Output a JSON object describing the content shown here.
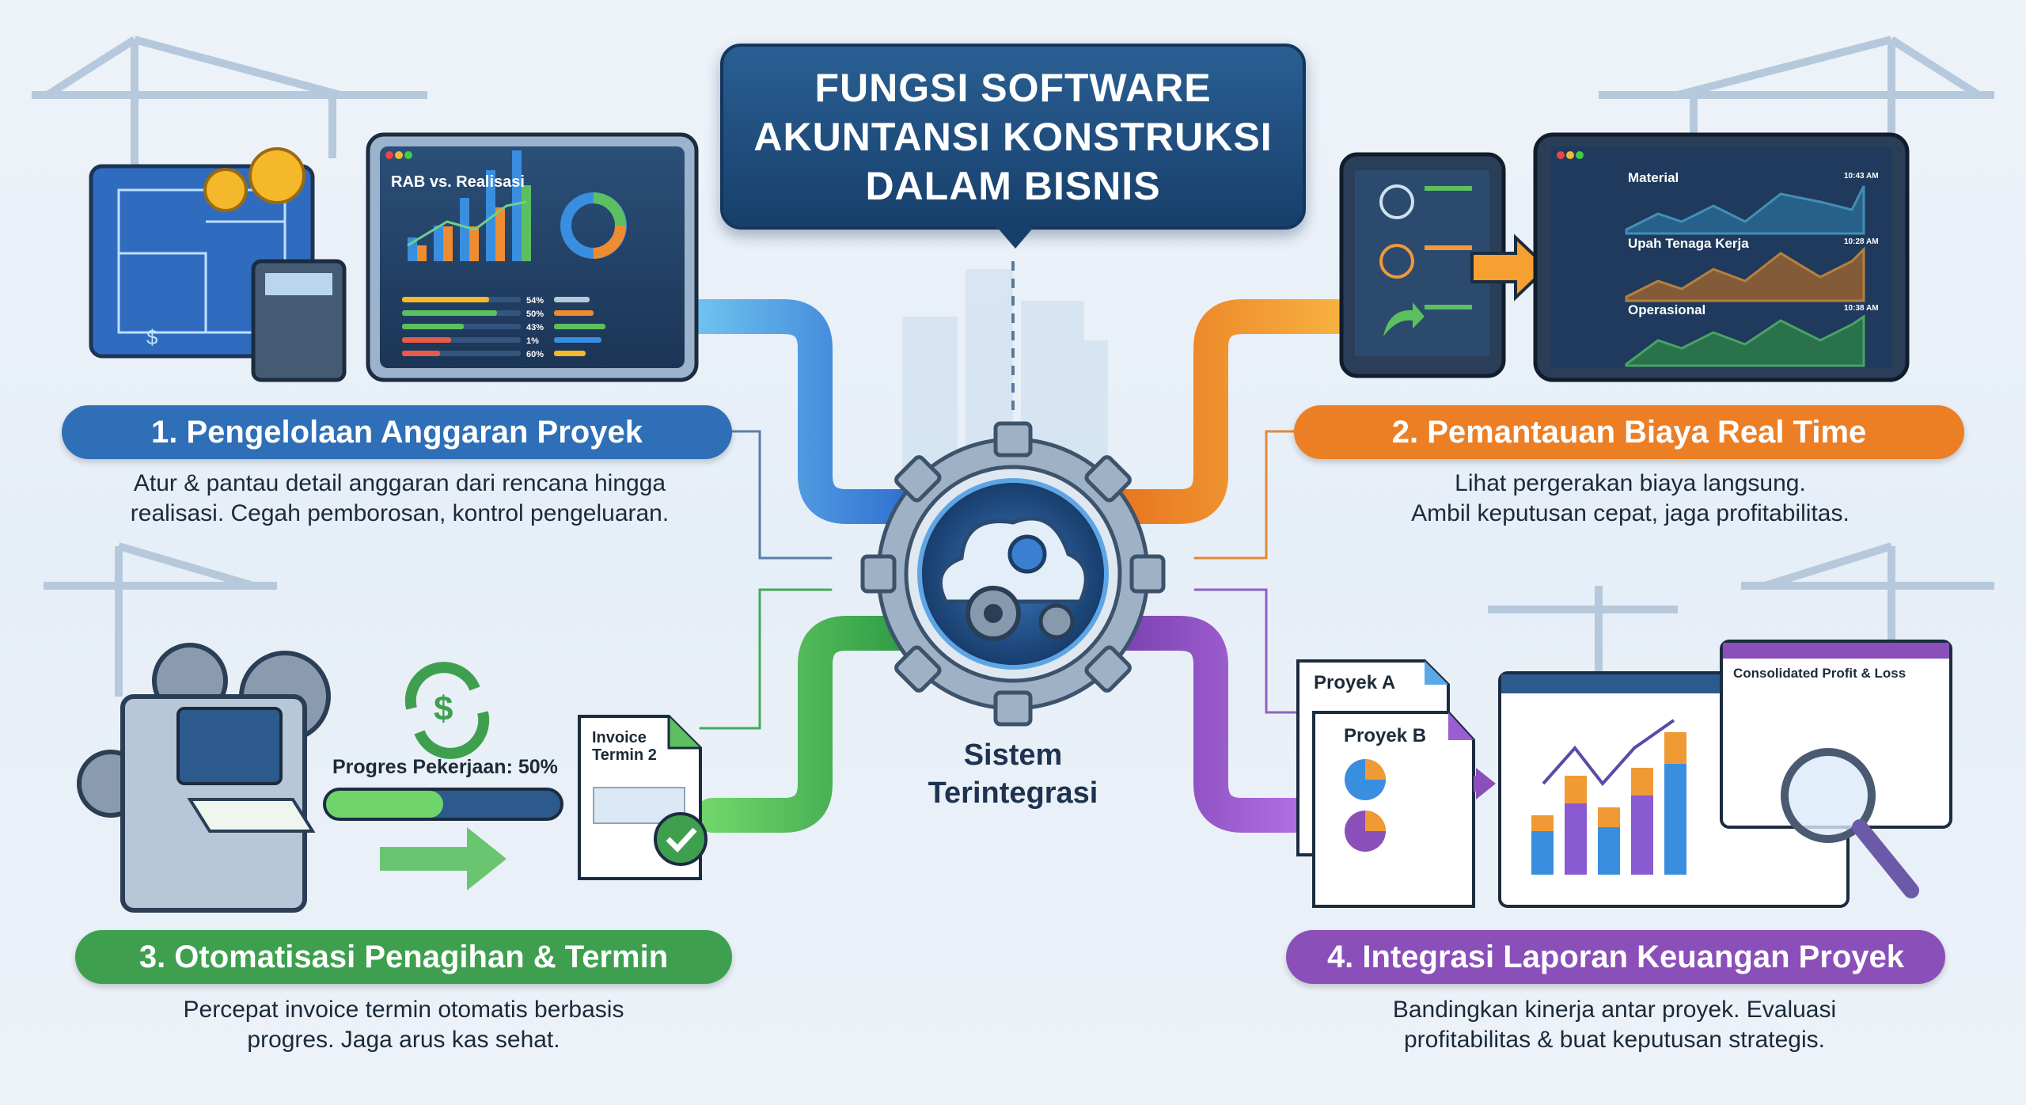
{
  "title": {
    "lines": [
      "FUNGSI SOFTWARE",
      "AKUNTANSI KONSTRUKSI",
      "DALAM BISNIS"
    ]
  },
  "center": {
    "lines": [
      "Sistem",
      "Terintegrasi"
    ],
    "icon": "cloud-gears-icon"
  },
  "sections": [
    {
      "label": "1. Pengelolaan Anggaran Proyek",
      "desc": [
        "Atur & pantau detail anggaran dari rencana hingga",
        "realisasi. Cegah pemborosan, kontrol pengeluaran."
      ],
      "color": "#2f6fb8"
    },
    {
      "label": "2. Pemantauan Biaya Real Time",
      "desc": [
        "Lihat pergerakan biaya langsung.",
        "Ambil keputusan cepat, jaga profitabilitas."
      ],
      "color": "#ec7f25"
    },
    {
      "label": "3. Otomatisasi Penagihan & Termin",
      "desc": [
        "Percepat invoice termin otomatis berbasis",
        "progres. Jaga arus kas sehat."
      ],
      "color": "#3ea04f"
    },
    {
      "label": "4. Integrasi Laporan Keuangan Proyek",
      "desc": [
        "Bandingkan kinerja antar proyek. Evaluasi",
        "profitabilitas & buat keputusan strategis."
      ],
      "color": "#8a4fb8"
    }
  ],
  "budget_dashboard": {
    "title": "RAB vs. Realisasi",
    "percents": [
      "54%",
      "50%",
      "43%",
      "1%",
      "60%"
    ]
  },
  "cost_dashboard": {
    "rows": [
      {
        "label": "Material",
        "time": "10:43 AM"
      },
      {
        "label": "Upah Tenaga Kerja",
        "time": "10:28 AM"
      },
      {
        "label": "Operasional",
        "time": "10:38 AM"
      }
    ]
  },
  "billing": {
    "progress_label": "Progres Pekerjaan: 50%",
    "progress": 0.5,
    "invoice": [
      "Invoice",
      "Termin 2"
    ]
  },
  "reports": {
    "doc_a": "Proyek A",
    "doc_b": "Proyek B",
    "pnl_title": "Consolidated Profit & Loss"
  }
}
